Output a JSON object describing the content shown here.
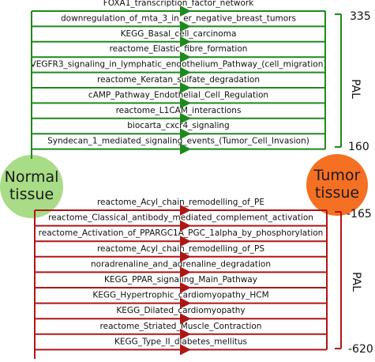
{
  "normal_tissue": {
    "line1": "Normal",
    "line2": "tissue",
    "color": "#a8dc86"
  },
  "tumor_tissue": {
    "line1": "Tumor",
    "line2": "tissue",
    "color": "#f57022"
  },
  "top_panel": {
    "color": "#1d8a1d",
    "scale_label": "PAL",
    "scale_max": "335",
    "scale_min": "160",
    "pathways": [
      "FOXA1_transcription_factor_network",
      "downregulation_of_mta_3_in_er_negative_breast_tumors",
      "KEGG_Basal_cell_carcinoma",
      "reactome_Elastic_fibre_formation",
      "VEGFR3_signaling_in_lymphatic_endothelium_Pathway_(cell_migration)",
      "reactome_Keratan_sulfate_degradation",
      "cAMP_Pathway_Endothelial_Cell_Regulation",
      "reactome_L1CAM_interactions",
      "biocarta_cxcr4_signaling",
      "Syndecan_1_mediated_signaling_events_(Tumor_Cell_Invasion)"
    ]
  },
  "bottom_panel": {
    "color": "#b01515",
    "scale_label": "PAL",
    "scale_max": "-165",
    "scale_min": "-620",
    "pathways": [
      "reactome_Acyl_chain_remodelling_of_PE",
      "reactome_Classical_antibody_mediated_complement_activation",
      "reactome_Activation_of_PPARGC1A_PGC_1alpha_by_phosphorylation",
      "reactome_Acyl_chain_remodelling_of_PS",
      "noradrenaline_and_adrenaline_degradation",
      "KEGG_PPAR_signaling_Main_Pathway",
      "KEGG_Hypertrophic_cardiomyopathy_HCM",
      "KEGG_Dilated_cardiomyopathy",
      "reactome_Striated_Muscle_Contraction",
      "KEGG_Type_II_diabetes_mellitus"
    ]
  }
}
